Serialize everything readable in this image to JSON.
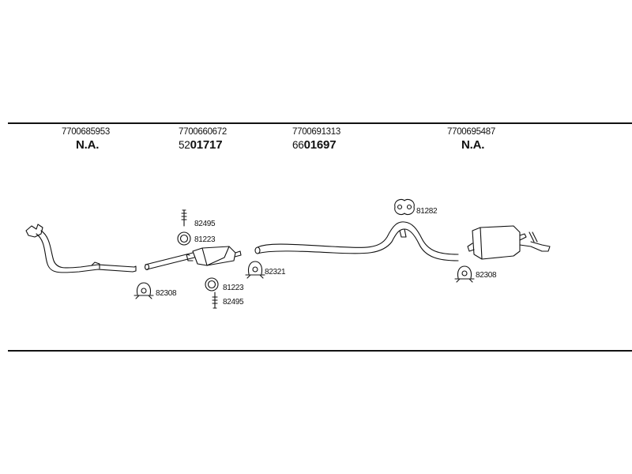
{
  "columns": [
    {
      "oe_number": "7700685953",
      "ref_prefix": "",
      "ref_main": "N.A."
    },
    {
      "oe_number": "7700660672",
      "ref_prefix": "52",
      "ref_main": "01717"
    },
    {
      "oe_number": "7700691313",
      "ref_prefix": "66",
      "ref_main": "01697"
    },
    {
      "oe_number": "7700695487",
      "ref_prefix": "",
      "ref_main": "N.A."
    }
  ],
  "callouts": {
    "bolt_upper": "82495",
    "ring_upper": "81223",
    "clamp_left": "82308",
    "ring_lower": "81223",
    "bolt_lower": "82495",
    "clamp_mid": "82321",
    "hanger": "81282",
    "clamp_right": "82308"
  }
}
